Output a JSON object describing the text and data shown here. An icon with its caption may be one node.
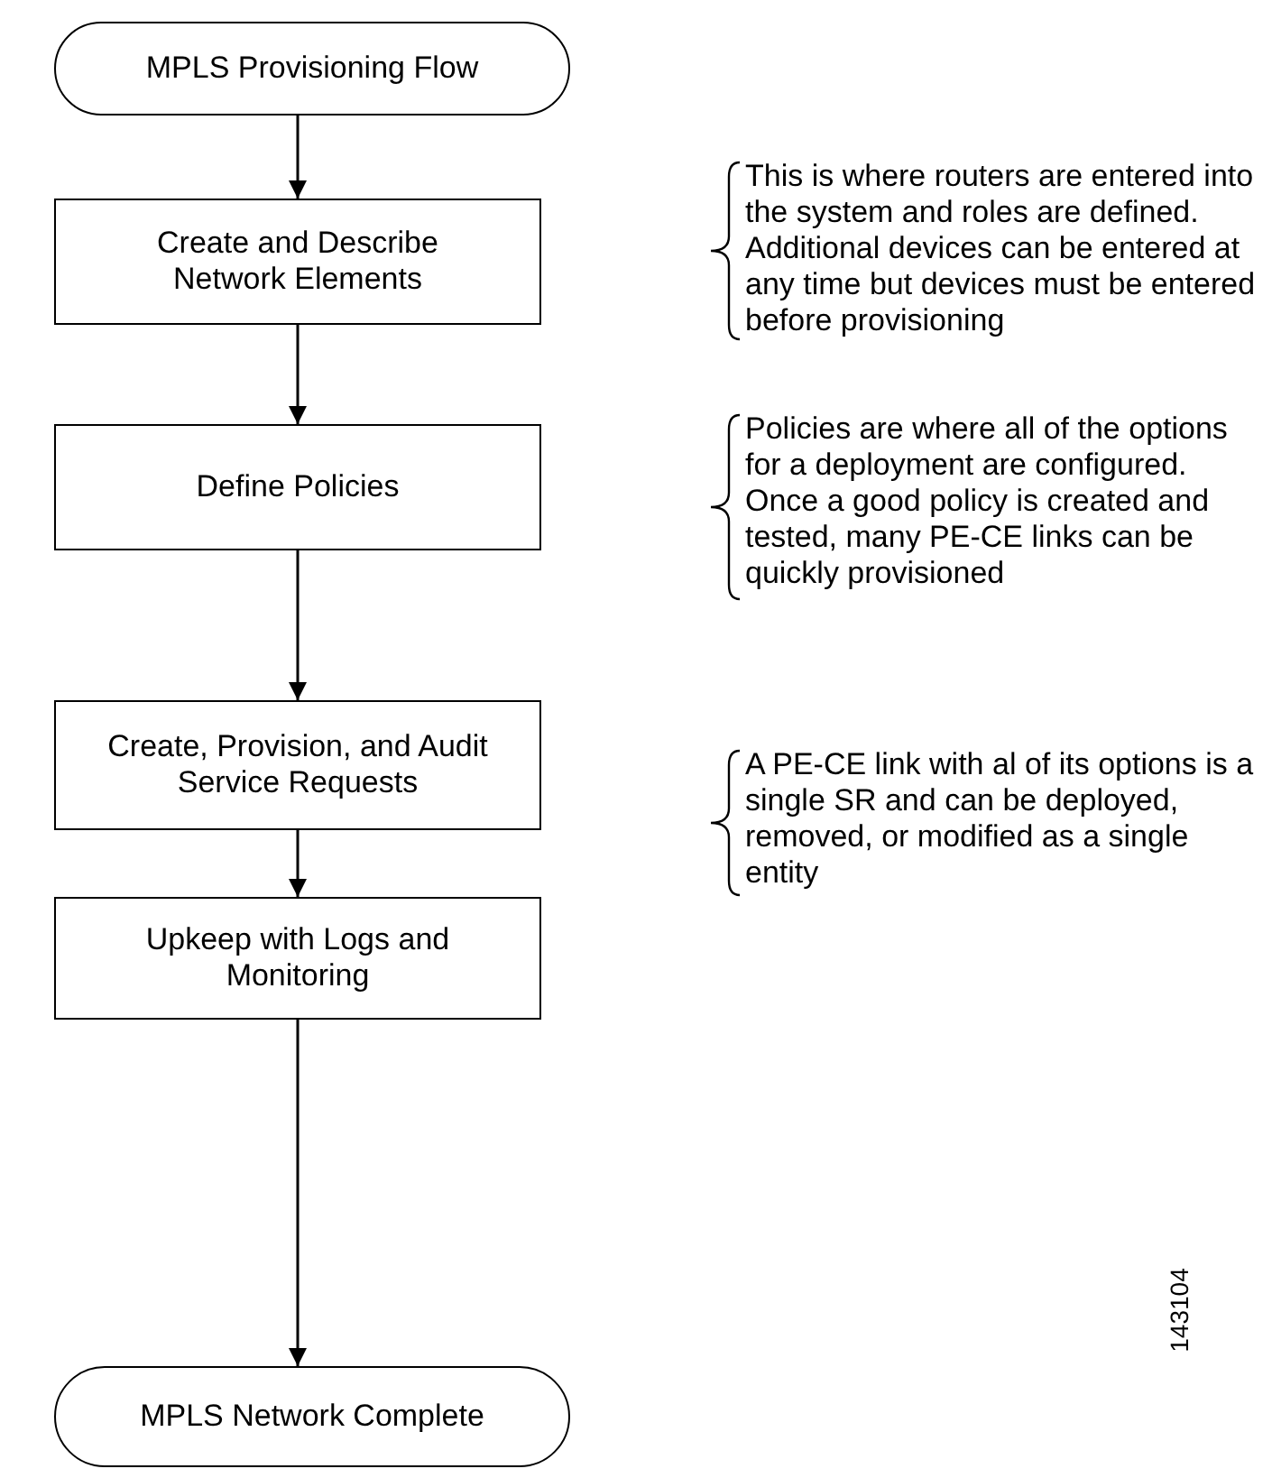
{
  "diagram": {
    "nodes": [
      {
        "text": [
          "MPLS Provisioning Flow"
        ]
      },
      {
        "text": [
          "Create and Describe Network Elements"
        ]
      },
      {
        "text": [
          "Define Policies"
        ]
      },
      {
        "text": [
          "Create, Provision, and Audit Service Requests"
        ]
      },
      {
        "text": [
          "Upkeep with Logs and Monitoring"
        ]
      },
      {
        "text": [
          "MPLS Network Complete"
        ]
      }
    ],
    "edges": [
      {
        "from": 0,
        "to": 1,
        "arrow": "to"
      },
      {
        "from": 1,
        "to": 2,
        "arrow": "to"
      },
      {
        "from": 2,
        "to": 3,
        "arrow": "to"
      },
      {
        "from": 3,
        "to": 4,
        "arrow": "to"
      },
      {
        "from": 4,
        "to": 5,
        "arrow": "to"
      }
    ],
    "labels": [
      "This is where routers are entered into the system and roles are defined. Additional devices can be entered at any time but devices must be entered before provisioning",
      "Policies are where all of the options for a deployment are configured. Once a good policy is created and tested, many PE-CE links can be quickly provisioned",
      "A PE-CE link with al of its options is a single SR and can be deployed, removed, or modified as a single entity",
      "143104"
    ]
  }
}
